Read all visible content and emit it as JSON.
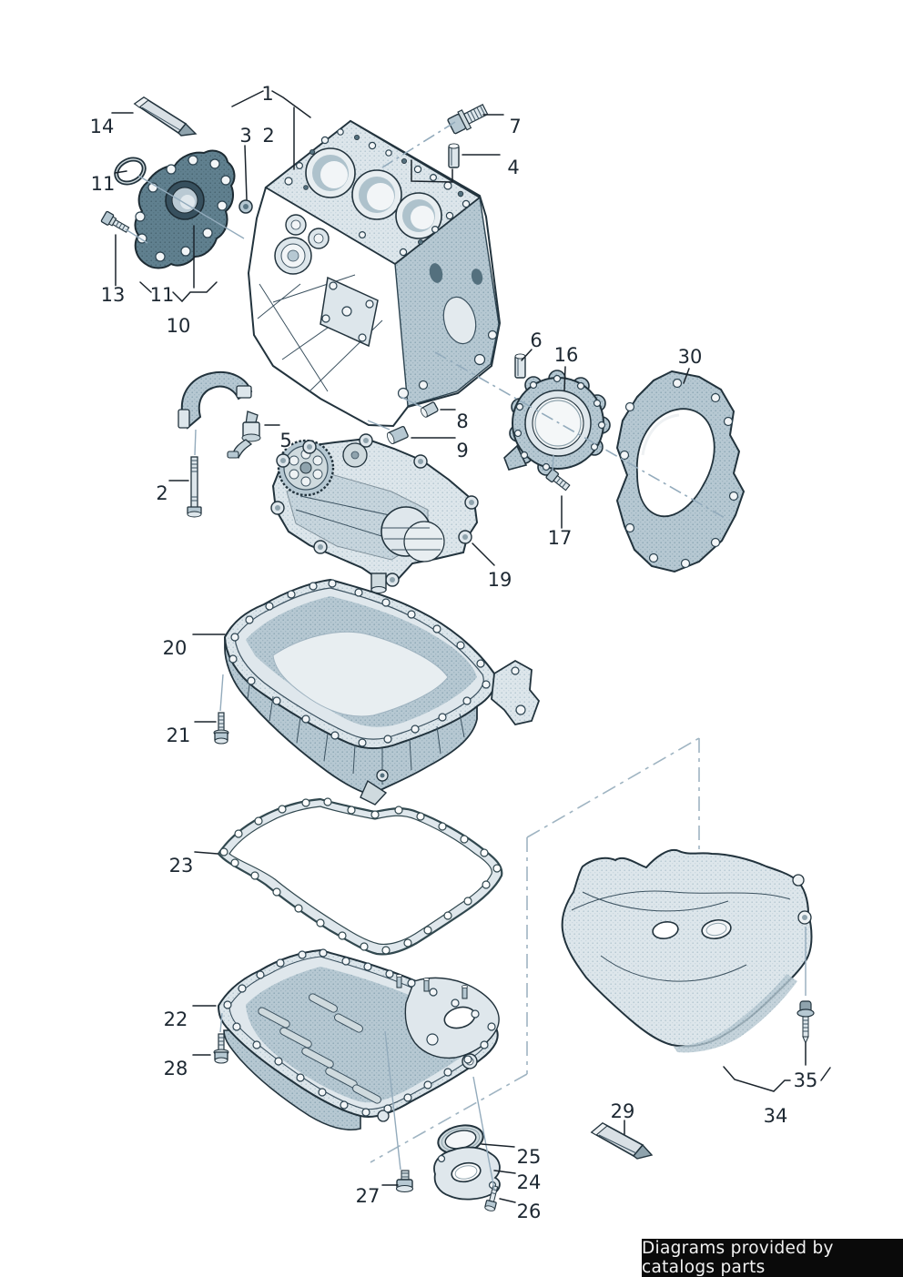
{
  "figure": {
    "callouts": {
      "c1": "1",
      "c2a": "2",
      "c2b": "2",
      "c3": "3",
      "c4": "4",
      "c5": "5",
      "c6": "6",
      "c7": "7",
      "c8": "8",
      "c9": "9",
      "c10": "10",
      "c11a": "11",
      "c11b": "11",
      "c13": "13",
      "c14": "14",
      "c16": "16",
      "c17": "17",
      "c19": "19",
      "c20": "20",
      "c21": "21",
      "c22": "22",
      "c23": "23",
      "c24": "24",
      "c25": "25",
      "c26": "26",
      "c27": "27",
      "c28": "28",
      "c29": "29",
      "c30": "30",
      "c34": "34",
      "c35": "35"
    },
    "colors": {
      "background": "#ffffff",
      "line_art_outline": "#22333d",
      "part_light": "#dde6eb",
      "part_mid": "#b6c8d2",
      "part_dark": "#60808f",
      "construction_line": "#93abbc",
      "callout_text": "#1d2832",
      "footer_bg": "#0a0a0a",
      "footer_text": "#f2f2f2"
    }
  },
  "footer": {
    "text": "Diagrams provided by catalogs parts"
  }
}
